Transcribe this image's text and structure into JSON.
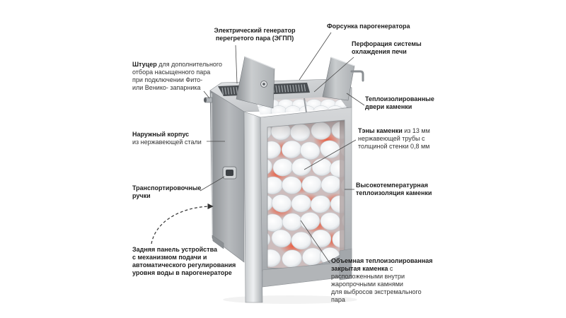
{
  "callouts": {
    "steam_generator": {
      "bold": "Электрический генератор\nперегретого пара (ЭГПП)"
    },
    "nozzle": {
      "bold": "Форсунка парогенератора"
    },
    "perforation": {
      "bold": "Перфорация системы\nохлаждения печи"
    },
    "fitting": {
      "bold": "Штуцер",
      "text": " для дополнительного\nотбора насыщенного пара\nпри подключении Фито-\nили Венико- запарника"
    },
    "doors": {
      "bold": "Теплоизолированные\nдвери каменки"
    },
    "body": {
      "bold": "Наружный корпус",
      "text": "\nиз нержавеющей стали"
    },
    "heating_elements": {
      "bold": "Тэны каменки",
      "text": " из 13 мм\nнержавеющей трубы с\nтолщиной стенки 0,8 мм"
    },
    "handles": {
      "bold": "Транспортировочные\nручки"
    },
    "insulation": {
      "bold": "Высокотемпературная\nтеплоизоляция каменки"
    },
    "back_panel": {
      "bold": "Задняя панель устройства\nс механизмом подачи и\nавтоматического регулирования\nуровня воды в парогенераторе"
    },
    "stone_chamber": {
      "bold": "Объемная теплоизолированная\nзакрытая каменка",
      "text": " с\nрасположенными внутри\nжаропрочными камнями\nдля выбросов экстремального\nпара"
    }
  }
}
